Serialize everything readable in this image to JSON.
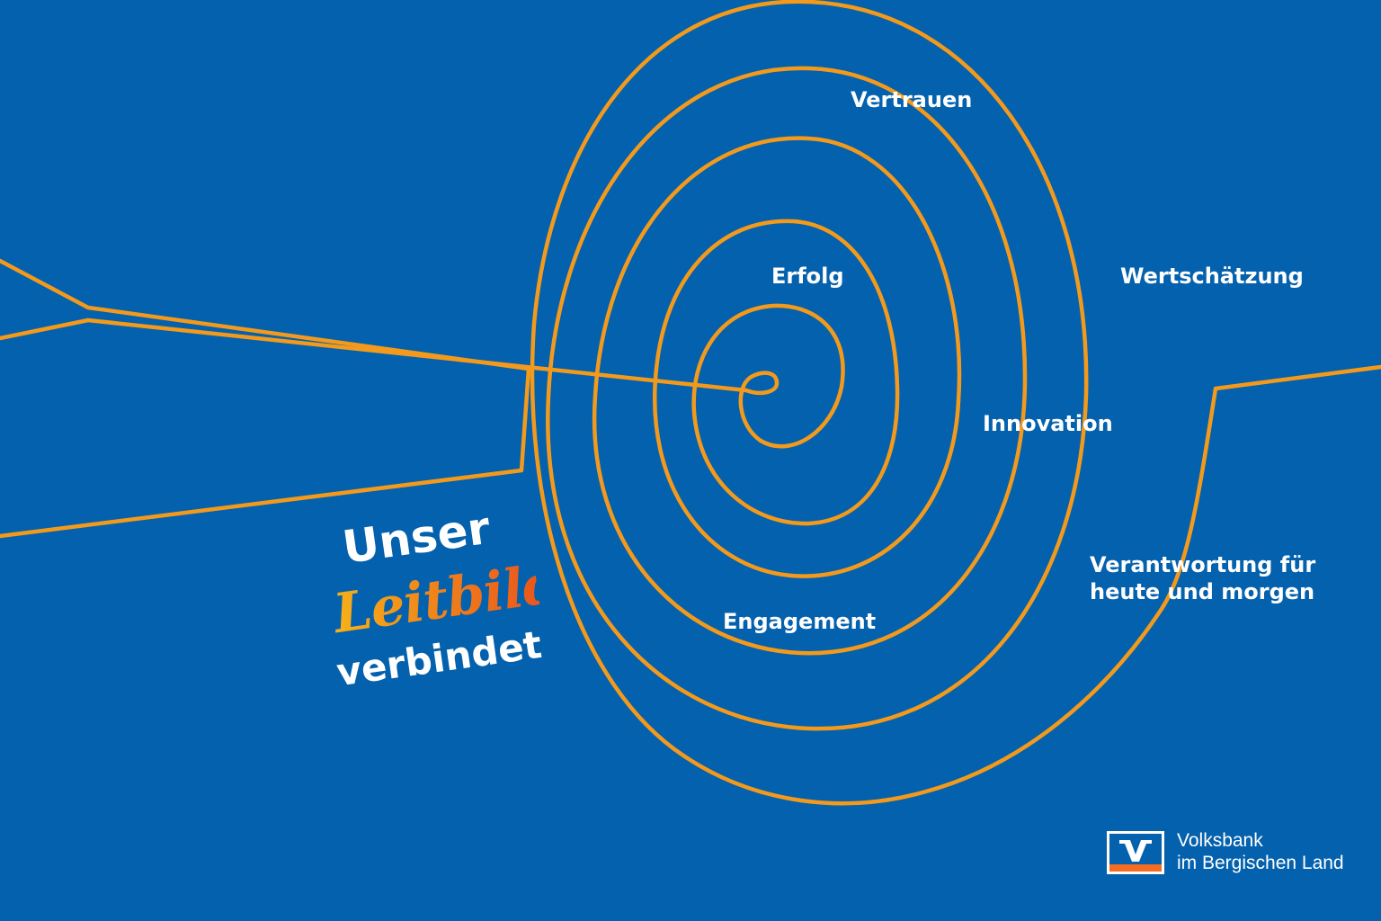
{
  "colors": {
    "background": "#0461ad",
    "line": "#f39a1c",
    "text": "#ffffff",
    "leitbild_gradient_start": "#f6b21a",
    "leitbild_gradient_end": "#e84d1c",
    "logo_blue": "#0461ad",
    "logo_orange": "#f26d21"
  },
  "headline": {
    "line1": "Unser",
    "line2": "Leitbild",
    "line3": "verbindet"
  },
  "values": {
    "vertrauen": "Vertrauen",
    "erfolg": "Erfolg",
    "wertschaetzung": "Wertschätzung",
    "innovation": "Innovation",
    "verantwortung_line1": "Verantwortung für",
    "verantwortung_line2": "heute und morgen",
    "engagement": "Engagement"
  },
  "brand": {
    "logo_icon": "volksbank-logo-icon",
    "name_line1": "Volksbank",
    "name_line2": "im Bergischen Land"
  }
}
